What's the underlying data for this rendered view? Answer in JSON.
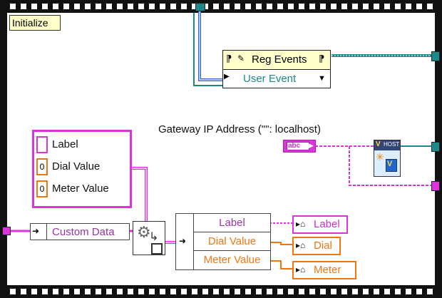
{
  "frame": {
    "label": "Initialize"
  },
  "reg_events": {
    "title": "Reg Events",
    "input_label": "User Event"
  },
  "gateway": {
    "label": "Gateway IP Address (\"\": localhost)",
    "const_tag": "abc",
    "host_tag": "HOST"
  },
  "cluster": {
    "items": [
      {
        "type_tag": "",
        "label": "Label"
      },
      {
        "type_tag": "0",
        "label": "Dial Value"
      },
      {
        "type_tag": "0",
        "label": "Meter Value"
      }
    ]
  },
  "custom_data": {
    "label": "Custom Data"
  },
  "unbundle": {
    "items": [
      "Label",
      "Dial Value",
      "Meter Value"
    ]
  },
  "refs": {
    "items": [
      "Label",
      "Dial",
      "Meter"
    ]
  },
  "colors": {
    "frame": "#111111",
    "wire_blue": "#3366cc",
    "wire_teal": "#1a8a8a",
    "wire_pink": "#dd33dd",
    "orange": "#ee7711",
    "header_yellow": "#ffffcc",
    "node_yellow": "#ffff99"
  },
  "icons": [
    "reg-events-icon",
    "gateway-host-icon",
    "variant-to-data-icon",
    "reference-icon"
  ]
}
